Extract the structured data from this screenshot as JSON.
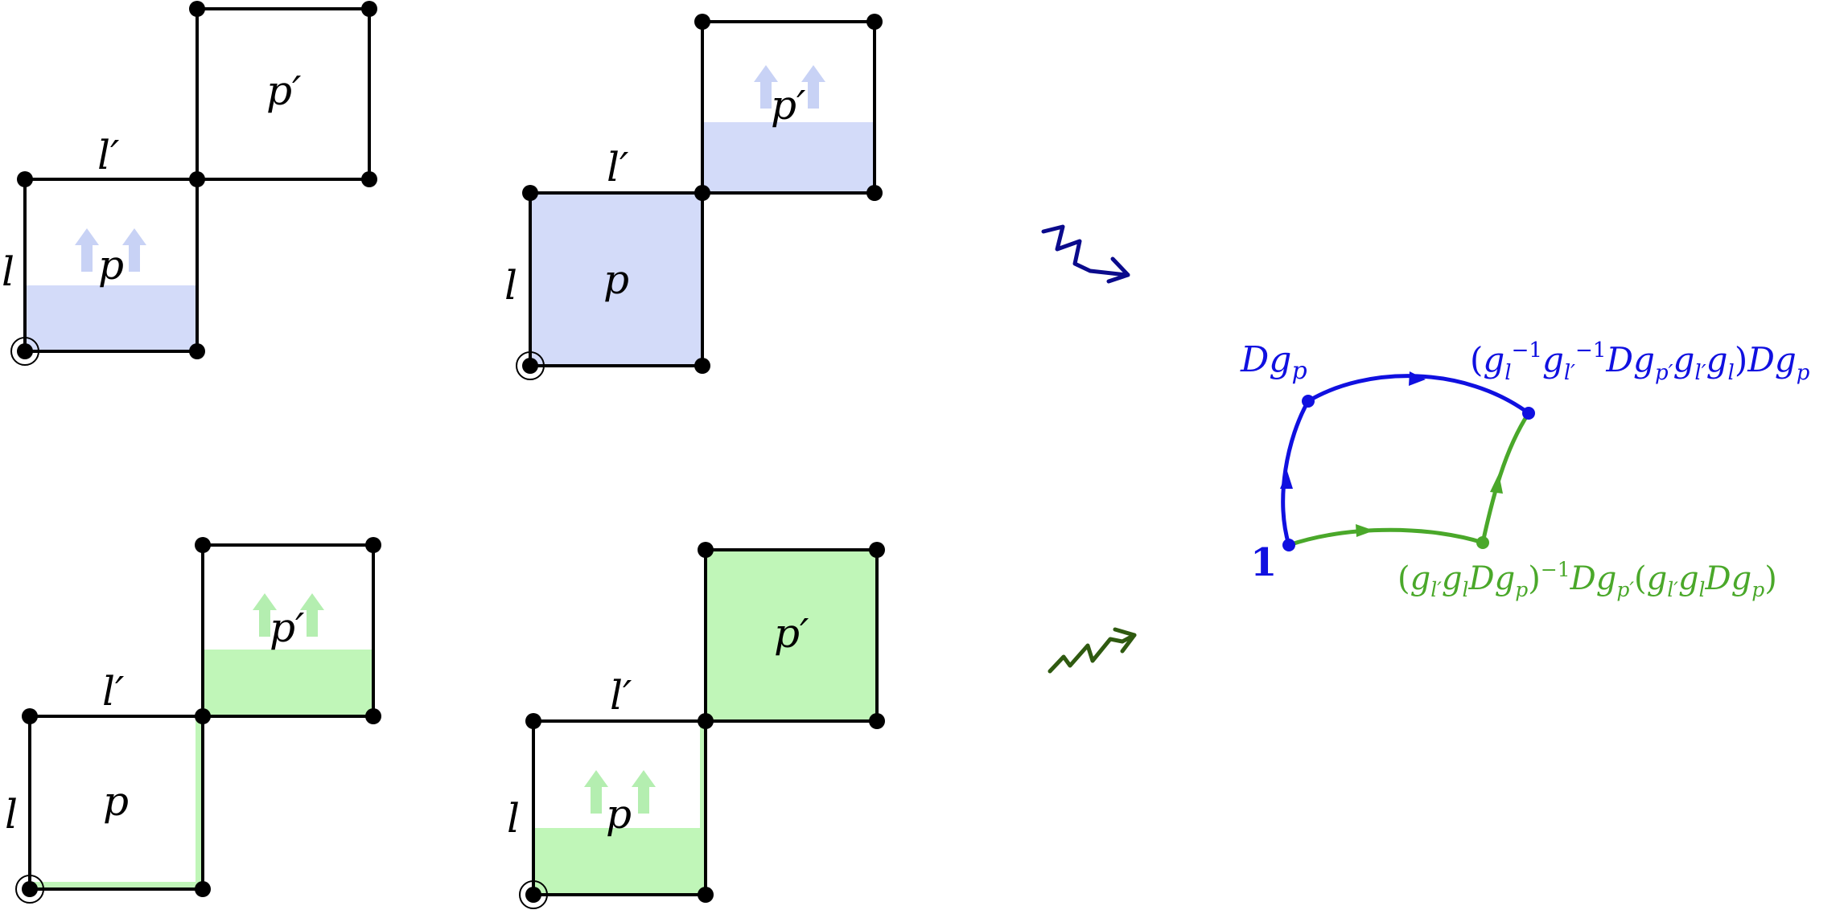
{
  "panels": {
    "top_left": {
      "lbl_l": "l",
      "lbl_lp": "l′",
      "lbl_p": "p",
      "lbl_pp": "p′"
    },
    "top_mid": {
      "lbl_l": "l",
      "lbl_lp": "l′",
      "lbl_p": "p",
      "lbl_pp": "p′"
    },
    "bottom_left": {
      "lbl_l": "l",
      "lbl_lp": "l′",
      "lbl_p": "p",
      "lbl_pp": "p′"
    },
    "bottom_mid": {
      "lbl_l": "l",
      "lbl_lp": "l′",
      "lbl_p": "p",
      "lbl_pp": "p′"
    }
  },
  "path_diagram": {
    "origin_label": "1",
    "blue_start": {
      "base": "Dg",
      "sub": "p"
    },
    "blue_end": {
      "open": "(",
      "g1": "g",
      "g1_sub": "l",
      "g1_sup": "−1",
      "g2": "g",
      "g2_sub": "l′",
      "g2_sup": "−1",
      "mid": "Dg",
      "mid_sub": "p′",
      "g3": "g",
      "g3_sub": "l′",
      "g4": "g",
      "g4_sub": "l",
      "close": ")",
      "tail": "Dg",
      "tail_sub": "p"
    },
    "green_end": {
      "open": "(",
      "a": "g",
      "a_sub": "l′",
      "b": "g",
      "b_sub": "l",
      "c": "Dg",
      "c_sub": "p",
      "close_sup": ")",
      "sup": "−1",
      "d": "Dg",
      "d_sub": "p′",
      "open2": "(",
      "e": "g",
      "e_sub": "l′",
      "f": "g",
      "f_sub": "l",
      "h": "Dg",
      "h_sub": "p",
      "close2": ")"
    }
  },
  "colors": {
    "blue_fill": "#d3dbf9",
    "blue_arrow": "#c8d2f5",
    "green_fill": "#c0f6b8",
    "green_arrow": "#b4eeb0",
    "blue_path": "#1010e0",
    "green_path": "#4aa82a",
    "blue_squiggle": "#0a0a8c",
    "green_squiggle": "#2f5a10"
  }
}
